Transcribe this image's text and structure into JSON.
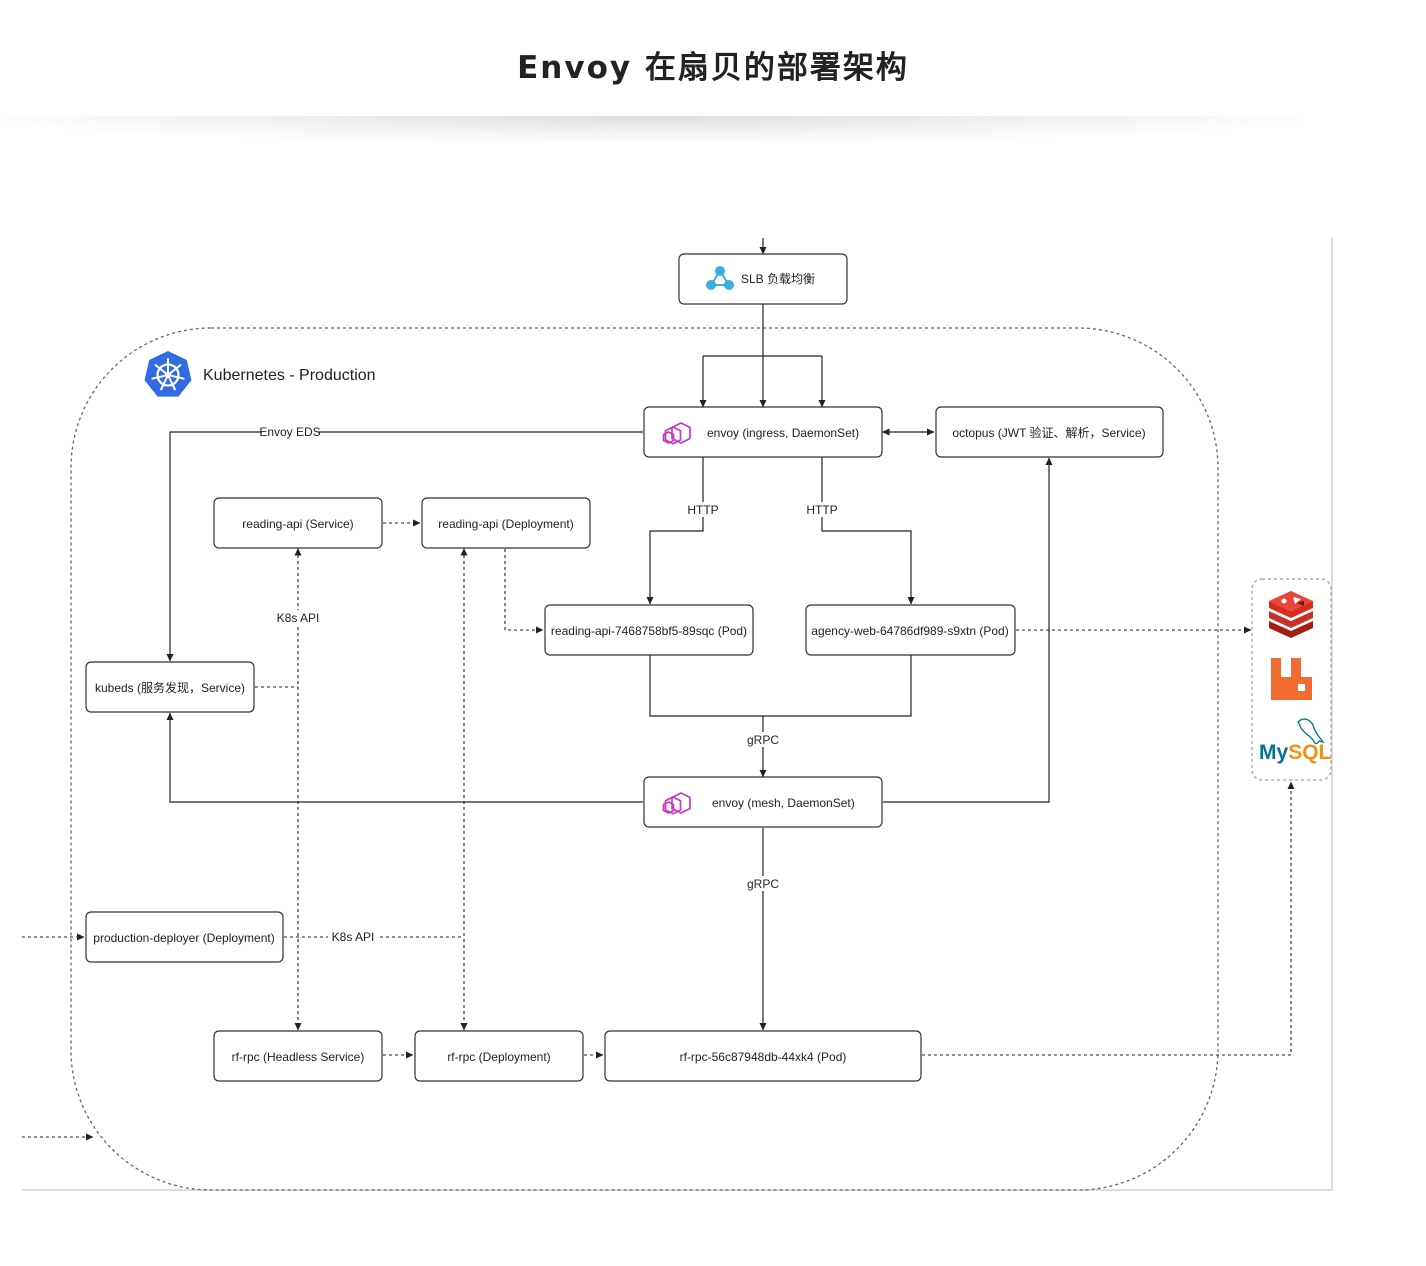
{
  "header": {
    "title": "Envoy 在扇贝的部署架构"
  },
  "diagram": {
    "cluster": {
      "label": "Kubernetes - Production",
      "icon": "kubernetes-icon"
    },
    "nodes": {
      "slb": "SLB 负载均衡",
      "envoy_ingress": "envoy (ingress, DaemonSet)",
      "octopus": "octopus (JWT 验证、解析，Service)",
      "reading_api_service": "reading-api (Service)",
      "reading_api_deployment": "reading-api (Deployment)",
      "reading_api_pod": "reading-api-7468758bf5-89sqc (Pod)",
      "agency_web_pod": "agency-web-64786df989-s9xtn (Pod)",
      "kubeds": "kubeds (服务发现，Service)",
      "envoy_mesh": "envoy (mesh, DaemonSet)",
      "production_deployer": "production-deployer (Deployment)",
      "rf_rpc_headless": "rf-rpc (Headless Service)",
      "rf_rpc_deployment": "rf-rpc (Deployment)",
      "rf_rpc_pod": "rf-rpc-56c87948db-44xk4 (Pod)"
    },
    "edge_labels": {
      "envoy_eds": "Envoy EDS",
      "http_left": "HTTP",
      "http_right": "HTTP",
      "k8s_api_vertical": "K8s API",
      "k8s_api_horizontal": "K8s API",
      "grpc_upper": "gRPC",
      "grpc_lower": "gRPC"
    },
    "storage": {
      "icons": [
        "redis-icon",
        "rabbitmq-icon",
        "mysql-icon"
      ],
      "mysql_label": "MySQL"
    },
    "colors": {
      "kubernetes": "#326CE5",
      "envoy": "#C739BF",
      "slb": "#3BAEE0",
      "redis": "#D32D27",
      "rabbitmq": "#F26B32",
      "mysql_blue": "#00758F",
      "mysql_orange": "#F29111"
    }
  }
}
